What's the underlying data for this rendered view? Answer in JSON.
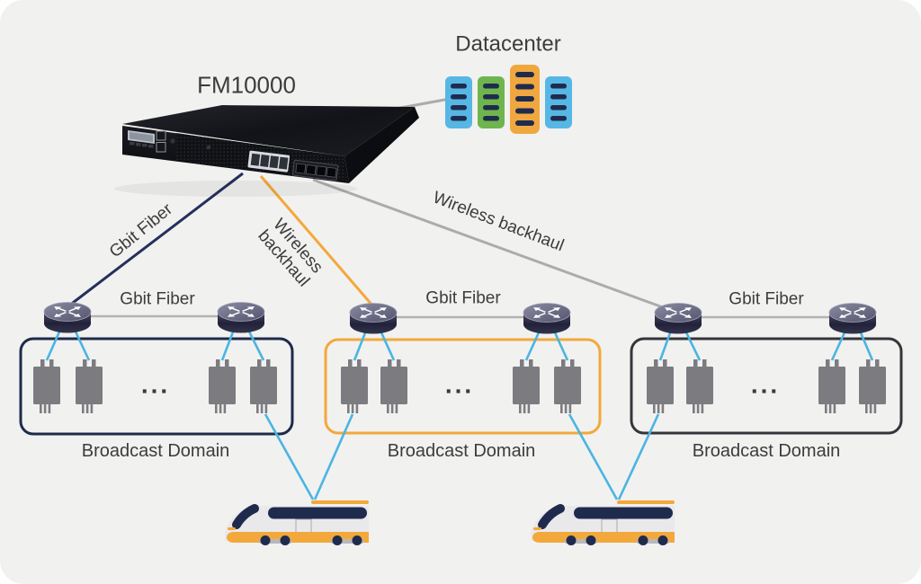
{
  "titles": {
    "device": "FM10000",
    "datacenter": "Datacenter"
  },
  "links": {
    "gbit_fiber": "Gbit Fiber",
    "wireless_backhaul": "Wireless backhaul",
    "wireless_line1": "Wireless",
    "wireless_line2": "backhaul"
  },
  "domains": [
    {
      "link_label": "Gbit Fiber",
      "label": "Broadcast Domain",
      "ellipsis": "...",
      "border_color": "#1e2a4a"
    },
    {
      "link_label": "Gbit Fiber",
      "label": "Broadcast Domain",
      "ellipsis": "...",
      "border_color": "#F3A83B"
    },
    {
      "link_label": "Gbit Fiber",
      "label": "Broadcast Domain",
      "ellipsis": "...",
      "border_color": "#35353a"
    }
  ],
  "icons": {
    "router": "router-icon",
    "chip": "onboard-device-chip-icon",
    "train": "train-icon",
    "datacenter": "server-racks-icon",
    "appliance": "fm10000-appliance-photo"
  },
  "colors": {
    "background": "#f1f1f0",
    "navy_line": "#25305a",
    "orange_line": "#F3A83B",
    "gray_line": "#ababab",
    "blue_link": "#4ab5e2",
    "chip_gray": "#7c7c80",
    "text": "#3c3c3c",
    "dc_blue": "#56b7e5",
    "dc_green": "#6fb54d",
    "dc_orange": "#f0a73f",
    "dc_bars": "#1f2b4d",
    "train_navy": "#1f2b4d",
    "train_yellow": "#F3A83B"
  }
}
